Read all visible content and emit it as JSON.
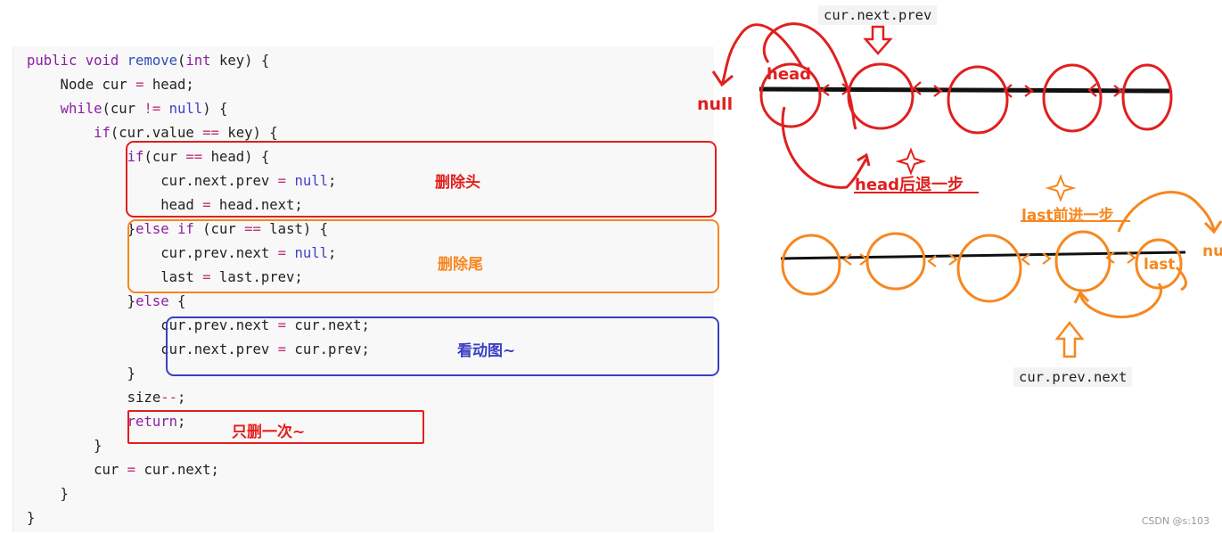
{
  "code": {
    "lines": [
      [
        {
          "t": "public void ",
          "c": "kw"
        },
        {
          "t": "remove",
          "c": "fn"
        },
        {
          "t": "(",
          "c": ""
        },
        {
          "t": "int",
          "c": "ty"
        },
        {
          "t": " key) {",
          "c": ""
        }
      ],
      [
        {
          "t": "    Node cur ",
          "c": ""
        },
        {
          "t": "=",
          "c": "op"
        },
        {
          "t": " head;",
          "c": ""
        }
      ],
      [
        {
          "t": "    ",
          "c": ""
        },
        {
          "t": "while",
          "c": "kw"
        },
        {
          "t": "(cur ",
          "c": ""
        },
        {
          "t": "!=",
          "c": "op"
        },
        {
          "t": " ",
          "c": ""
        },
        {
          "t": "null",
          "c": "lit"
        },
        {
          "t": ") {",
          "c": ""
        }
      ],
      [
        {
          "t": "        ",
          "c": ""
        },
        {
          "t": "if",
          "c": "kw"
        },
        {
          "t": "(cur.value ",
          "c": ""
        },
        {
          "t": "==",
          "c": "op"
        },
        {
          "t": " key) {",
          "c": ""
        }
      ],
      [
        {
          "t": "            ",
          "c": ""
        },
        {
          "t": "if",
          "c": "kw"
        },
        {
          "t": "(cur ",
          "c": ""
        },
        {
          "t": "==",
          "c": "op"
        },
        {
          "t": " head) {",
          "c": ""
        }
      ],
      [
        {
          "t": "                cur.next.prev ",
          "c": ""
        },
        {
          "t": "=",
          "c": "op"
        },
        {
          "t": " ",
          "c": ""
        },
        {
          "t": "null",
          "c": "lit"
        },
        {
          "t": ";",
          "c": ""
        }
      ],
      [
        {
          "t": "                head ",
          "c": ""
        },
        {
          "t": "=",
          "c": "op"
        },
        {
          "t": " head.next;",
          "c": ""
        }
      ],
      [
        {
          "t": "            }",
          "c": ""
        },
        {
          "t": "else if",
          "c": "kw"
        },
        {
          "t": " (cur ",
          "c": ""
        },
        {
          "t": "==",
          "c": "op"
        },
        {
          "t": " last) {",
          "c": ""
        }
      ],
      [
        {
          "t": "                cur.prev.next ",
          "c": ""
        },
        {
          "t": "=",
          "c": "op"
        },
        {
          "t": " ",
          "c": ""
        },
        {
          "t": "null",
          "c": "lit"
        },
        {
          "t": ";",
          "c": ""
        }
      ],
      [
        {
          "t": "                last ",
          "c": ""
        },
        {
          "t": "=",
          "c": "op"
        },
        {
          "t": " last.prev;",
          "c": ""
        }
      ],
      [
        {
          "t": "            }",
          "c": ""
        },
        {
          "t": "else",
          "c": "kw"
        },
        {
          "t": " {",
          "c": ""
        }
      ],
      [
        {
          "t": "                cur.prev.next ",
          "c": ""
        },
        {
          "t": "=",
          "c": "op"
        },
        {
          "t": " cur.next;",
          "c": ""
        }
      ],
      [
        {
          "t": "                cur.next.prev ",
          "c": ""
        },
        {
          "t": "=",
          "c": "op"
        },
        {
          "t": " cur.prev;",
          "c": ""
        }
      ],
      [
        {
          "t": "            }",
          "c": ""
        }
      ],
      [
        {
          "t": "            size",
          "c": ""
        },
        {
          "t": "--",
          "c": "op"
        },
        {
          "t": ";",
          "c": ""
        }
      ],
      [
        {
          "t": "            ",
          "c": ""
        },
        {
          "t": "return",
          "c": "kw"
        },
        {
          "t": ";",
          "c": ""
        }
      ],
      [
        {
          "t": "        }",
          "c": ""
        }
      ],
      [
        {
          "t": "        cur ",
          "c": ""
        },
        {
          "t": "=",
          "c": "op"
        },
        {
          "t": " cur.next;",
          "c": ""
        }
      ],
      [
        {
          "t": "    }",
          "c": ""
        }
      ],
      [
        {
          "t": "}",
          "c": ""
        }
      ]
    ]
  },
  "annotations": {
    "delete_head": "删除头",
    "delete_tail": "删除尾",
    "see_animation": "看动图~",
    "delete_once": "只删一次~"
  },
  "diagram_top": {
    "pointer_label": "cur.next.prev",
    "head_label": "head",
    "null_label": "null",
    "step_note": "head后退一步"
  },
  "diagram_bottom": {
    "pointer_label": "cur.prev.next",
    "last_label": "last",
    "step_note": "last前进一步",
    "null_partial": "nu"
  },
  "watermark": "CSDN @s:103",
  "colors": {
    "red": "#e0201e",
    "orange": "#f7871e",
    "blue": "#3a3fc2",
    "code_bg": "#f8f8f8"
  }
}
